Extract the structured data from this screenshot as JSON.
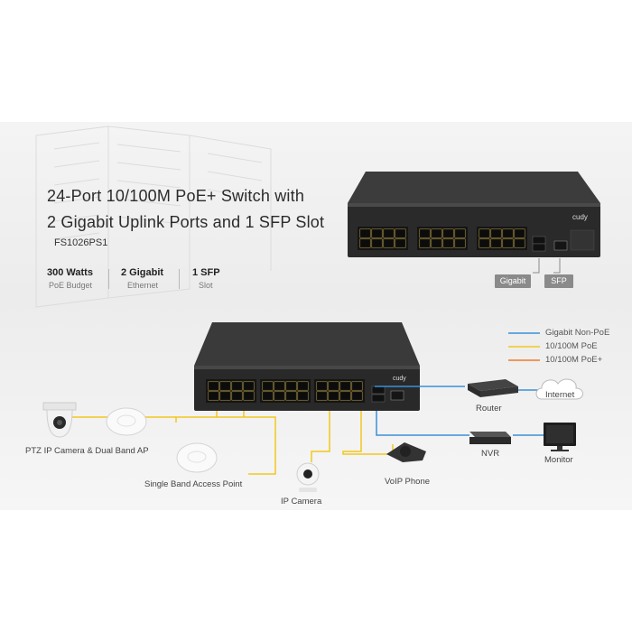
{
  "header": {
    "title_line1": "24-Port 10/100M PoE+ Switch with",
    "title_line2": "2 Gigabit Uplink Ports and 1 SFP Slot",
    "model": "FS1026PS1"
  },
  "specs": [
    {
      "value": "300 Watts",
      "label": "PoE Budget"
    },
    {
      "value": "2 Gigabit",
      "label": "Ethernet"
    },
    {
      "value": "1 SFP",
      "label": "Slot"
    }
  ],
  "port_tags": {
    "gigabit": "Gigabit",
    "sfp": "SFP"
  },
  "brand": "cudy",
  "legend": [
    {
      "label": "Gigabit Non-PoE",
      "color": "#3a8fd8"
    },
    {
      "label": "10/100M PoE",
      "color": "#f2c81e"
    },
    {
      "label": "10/100M PoE+",
      "color": "#f07a2a"
    }
  ],
  "devices": {
    "router": "Router",
    "internet": "Internet",
    "nvr": "NVR",
    "monitor": "Monitor",
    "ptz": "PTZ IP Camera & Dual Band AP",
    "single_ap": "Single Band Access Point",
    "ip_camera": "IP Camera",
    "voip": "VoIP Phone"
  }
}
